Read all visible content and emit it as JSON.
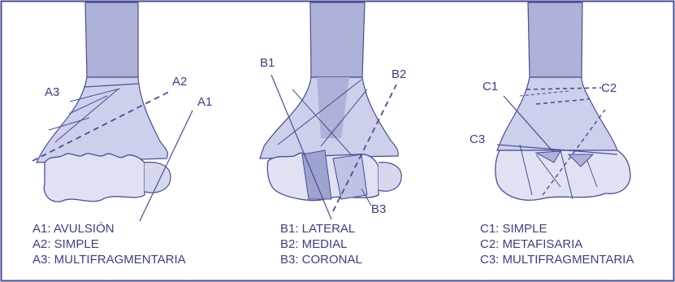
{
  "colors": {
    "frame": "#4a4d96",
    "bone_fill": "#cdd0ea",
    "bone_fill_light": "#e0e2f3",
    "shaft_fill": "#aeb1d8",
    "outline": "#4a4d96",
    "text": "#3a3f8a"
  },
  "panel_a": {
    "labels": {
      "a3": "A3",
      "a2": "A2",
      "a1": "A1"
    },
    "legend": [
      "A1: AVULSIÓN",
      "A2: SIMPLE",
      "A3: MULTIFRAGMENTARIA"
    ]
  },
  "panel_b": {
    "labels": {
      "b1": "B1",
      "b2": "B2",
      "b3": "B3"
    },
    "legend": [
      "B1: LATERAL",
      "B2: MEDIAL",
      "B3: CORONAL"
    ]
  },
  "panel_c": {
    "labels": {
      "c1": "C1",
      "c2": "C2",
      "c3": "C3"
    },
    "legend": [
      "C1: SIMPLE",
      "C2: METAFISARIA",
      "C3: MULTIFRAGMENTARIA"
    ]
  }
}
